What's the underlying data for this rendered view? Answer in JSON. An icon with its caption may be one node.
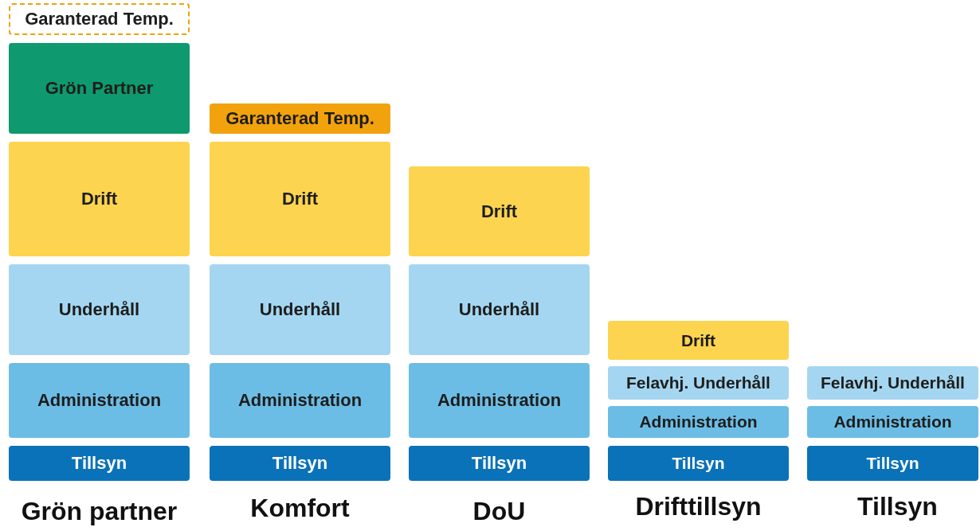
{
  "diagram": {
    "nodes": [
      {
        "text": [
          "Garanterad Temp."
        ]
      },
      {
        "text": [
          "Grön Partner"
        ]
      },
      {
        "text": [
          "Drift"
        ]
      },
      {
        "text": [
          "Underhåll"
        ]
      },
      {
        "text": [
          "Administration"
        ]
      },
      {
        "text": [
          "Tillsyn"
        ]
      },
      {
        "text": [
          "Garanterad Temp."
        ]
      },
      {
        "text": [
          "Drift"
        ]
      },
      {
        "text": [
          "Underhåll"
        ]
      },
      {
        "text": [
          "Administration"
        ]
      },
      {
        "text": [
          "Tillsyn"
        ]
      },
      {
        "text": [
          "Drift"
        ]
      },
      {
        "text": [
          "Underhåll"
        ]
      },
      {
        "text": [
          "Administration"
        ]
      },
      {
        "text": [
          "Tillsyn"
        ]
      },
      {
        "text": [
          "Drift"
        ]
      },
      {
        "text": [
          "Felavhj. Underhåll"
        ]
      },
      {
        "text": [
          "Administration"
        ]
      },
      {
        "text": [
          "Tillsyn"
        ]
      },
      {
        "text": [
          "Felavhj. Underhåll"
        ]
      },
      {
        "text": [
          "Administration"
        ]
      },
      {
        "text": [
          "Tillsyn"
        ]
      }
    ],
    "labels": [
      "Grön partner",
      "Komfort",
      "DoU",
      "Drifttillsyn",
      "Tillsyn"
    ]
  }
}
